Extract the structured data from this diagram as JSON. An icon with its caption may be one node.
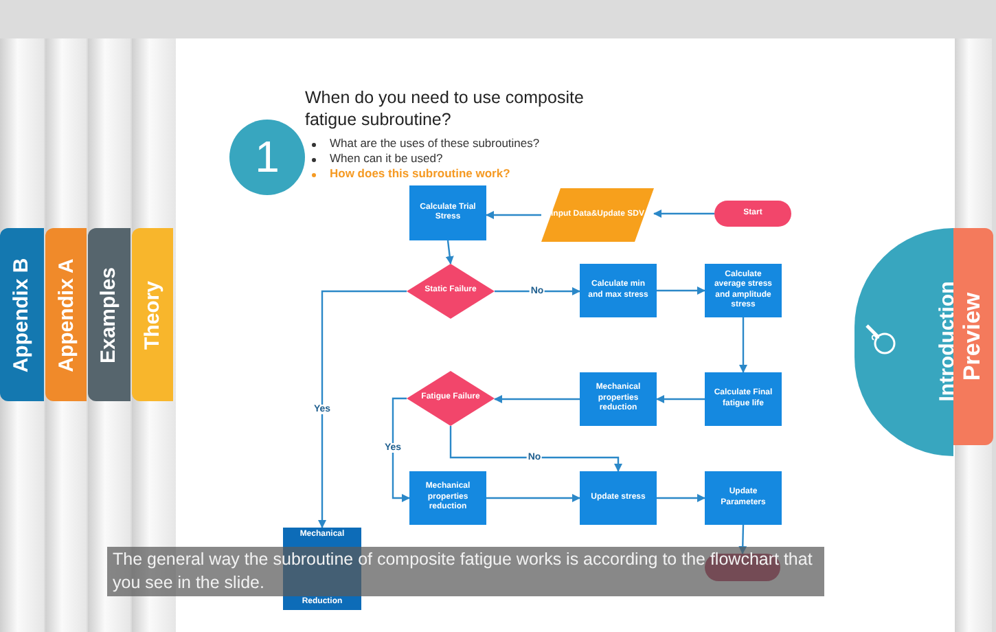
{
  "diagram": {
    "title": "When do you need to use composite fatigue subroutine?",
    "nodes": [
      {
        "text": [
          "Start"
        ]
      },
      {
        "text": [
          "Input Data&Update SDV"
        ]
      },
      {
        "text": [
          "Calculate Trial Stress"
        ]
      },
      {
        "text": [
          "Static Failure"
        ]
      },
      {
        "text": [
          "Calculate min and max stress"
        ]
      },
      {
        "text": [
          "Calculate average stress and amplitude stress"
        ]
      },
      {
        "text": [
          "Calculate Final fatigue life"
        ]
      },
      {
        "text": [
          "Mechanical properties reduction"
        ]
      },
      {
        "text": [
          "Fatigue Failure"
        ]
      },
      {
        "text": [
          "Mechanical properties reduction"
        ]
      },
      {
        "text": [
          "Update stress"
        ]
      },
      {
        "text": [
          "Update Parameters"
        ]
      },
      {
        "text": [
          "Mechanical",
          "Reduction"
        ]
      },
      {
        "text": [],
        "shape": "oval"
      }
    ],
    "edges": [
      {
        "from": 0,
        "to": 1,
        "arrow": "to"
      },
      {
        "from": 1,
        "to": 2,
        "arrow": "to"
      },
      {
        "from": 2,
        "to": 3,
        "arrow": "to"
      },
      {
        "from": 3,
        "to": 4,
        "arrow": "to",
        "label": "No"
      },
      {
        "from": 4,
        "to": 5,
        "arrow": "to"
      },
      {
        "from": 5,
        "to": 6,
        "arrow": "to"
      },
      {
        "from": 6,
        "to": 7,
        "arrow": "to"
      },
      {
        "from": 7,
        "to": 8,
        "arrow": "to"
      },
      {
        "from": 8,
        "to": 9,
        "arrow": "to",
        "label": "Yes"
      },
      {
        "from": 8,
        "to": 10,
        "arrow": "to",
        "label": "No"
      },
      {
        "from": 9,
        "to": 10,
        "arrow": "to"
      },
      {
        "from": 10,
        "to": 11,
        "arrow": "to"
      },
      {
        "from": 11,
        "to": 13,
        "arrow": "to"
      },
      {
        "from": 3,
        "to": 12,
        "arrow": "to",
        "label": "Yes"
      }
    ],
    "labels": [
      "Appendix B",
      "Appendix A",
      "Examples",
      "Theory",
      "1",
      "What are the uses of these subroutines?",
      "When can it be used?",
      "How does this subroutine work?",
      "Introduction",
      "?",
      "Preview",
      "The general way the subroutine of composite fatigue works is according to the flowchart that you see in the slide."
    ]
  }
}
